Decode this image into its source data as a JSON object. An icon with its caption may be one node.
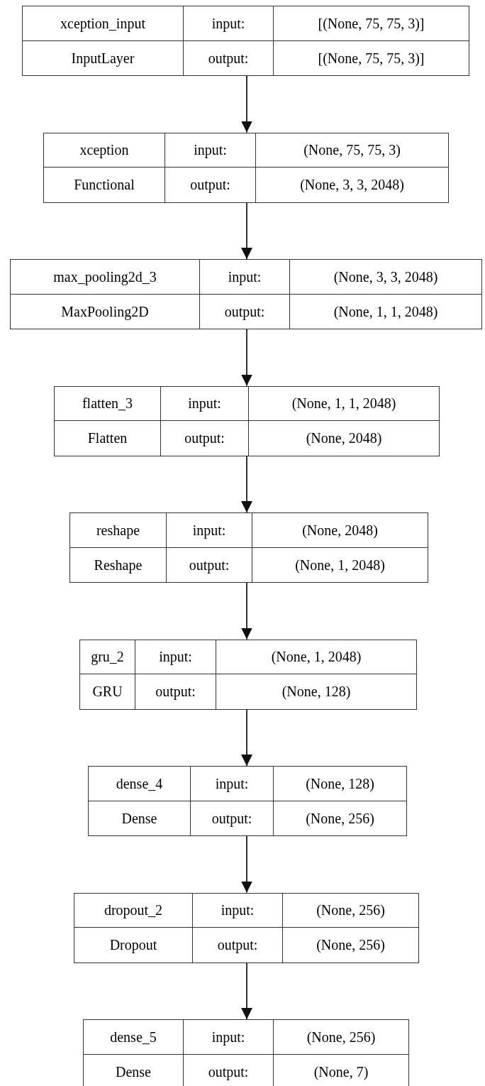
{
  "diagram": {
    "nodes": [
      {
        "text": [
          "xception_input",
          "input:",
          "[(None, 75, 75, 3)]",
          "InputLayer",
          "output:",
          "[(None, 75, 75, 3)]"
        ]
      },
      {
        "text": [
          "xception",
          "input:",
          "(None, 75, 75, 3)",
          "Functional",
          "output:",
          "(None, 3, 3, 2048)"
        ]
      },
      {
        "text": [
          "max_pooling2d_3",
          "input:",
          "(None, 3, 3, 2048)",
          "MaxPooling2D",
          "output:",
          "(None, 1, 1, 2048)"
        ]
      },
      {
        "text": [
          "flatten_3",
          "input:",
          "(None, 1, 1, 2048)",
          "Flatten",
          "output:",
          "(None, 2048)"
        ]
      },
      {
        "text": [
          "reshape",
          "input:",
          "(None, 2048)",
          "Reshape",
          "output:",
          "(None, 1, 2048)"
        ]
      },
      {
        "text": [
          "gru_2",
          "input:",
          "(None, 1, 2048)",
          "GRU",
          "output:",
          "(None, 128)"
        ]
      },
      {
        "text": [
          "dense_4",
          "input:",
          "(None, 128)",
          "Dense",
          "output:",
          "(None, 256)"
        ]
      },
      {
        "text": [
          "dropout_2",
          "input:",
          "(None, 256)",
          "Dropout",
          "output:",
          "(None, 256)"
        ]
      },
      {
        "text": [
          "dense_5",
          "input:",
          "(None, 256)",
          "Dense",
          "output:",
          "(None, 7)"
        ]
      }
    ],
    "edges": [
      {
        "from": 0,
        "to": 1,
        "arrow": "to"
      },
      {
        "from": 1,
        "to": 2,
        "arrow": "to"
      },
      {
        "from": 2,
        "to": 3,
        "arrow": "to"
      },
      {
        "from": 3,
        "to": 4,
        "arrow": "to"
      },
      {
        "from": 4,
        "to": 5,
        "arrow": "to"
      },
      {
        "from": 5,
        "to": 6,
        "arrow": "to"
      },
      {
        "from": 6,
        "to": 7,
        "arrow": "to"
      },
      {
        "from": 7,
        "to": 8,
        "arrow": "to"
      }
    ]
  }
}
